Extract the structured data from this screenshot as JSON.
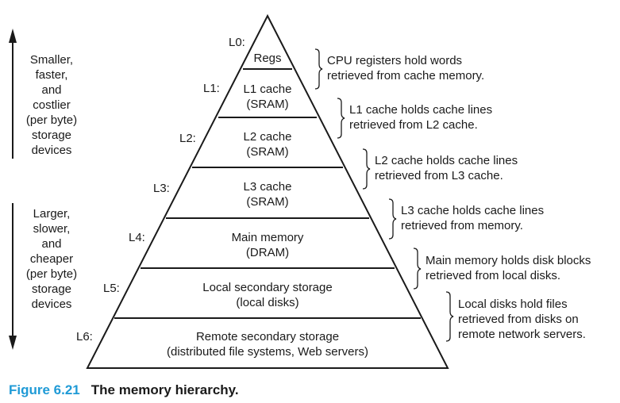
{
  "side_labels": {
    "top": "Smaller,\nfaster,\nand\ncostlier\n(per byte)\nstorage\ndevices",
    "bottom": "Larger,\nslower,\nand\ncheaper\n(per byte)\nstorage\ndevices"
  },
  "levels": [
    {
      "label": "L0:",
      "tier": "Regs",
      "description": "CPU registers hold words\nretrieved from cache memory."
    },
    {
      "label": "L1:",
      "tier": "L1 cache\n(SRAM)",
      "description": "L1 cache holds cache lines\nretrieved from L2 cache."
    },
    {
      "label": "L2:",
      "tier": "L2 cache\n(SRAM)",
      "description": "L2 cache holds cache lines\nretrieved from L3 cache."
    },
    {
      "label": "L3:",
      "tier": "L3 cache\n(SRAM)",
      "description": "L3 cache holds cache lines\nretrieved from memory."
    },
    {
      "label": "L4:",
      "tier": "Main memory\n(DRAM)",
      "description": "Main memory holds disk blocks\nretrieved from local disks."
    },
    {
      "label": "L5:",
      "tier": "Local secondary storage\n(local disks)",
      "description": "Local disks hold files\nretrieved from disks on\nremote network servers."
    },
    {
      "label": "L6:",
      "tier": "Remote secondary storage\n(distributed file systems, Web servers)",
      "description": ""
    }
  ],
  "caption": {
    "number": "Figure 6.21",
    "title": "The memory hierarchy."
  }
}
